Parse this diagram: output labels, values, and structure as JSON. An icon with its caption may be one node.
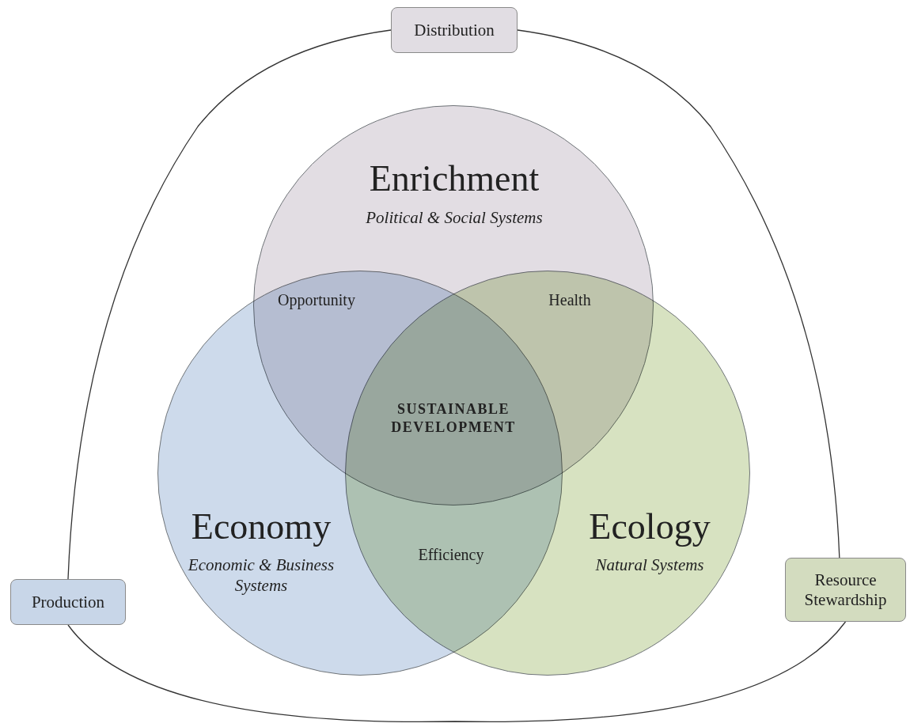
{
  "diagram": {
    "nodes": [
      {
        "text": [
          "Distribution"
        ]
      },
      {
        "text": [
          "Enrichment",
          "Political & Social Systems"
        ]
      },
      {
        "text": [
          "Economy",
          "Economic & Business Systems"
        ]
      },
      {
        "text": [
          "Ecology",
          "Natural Systems"
        ]
      },
      {
        "text": [
          "Production"
        ]
      },
      {
        "text": [
          "Resource Stewardship"
        ]
      }
    ],
    "edges": [
      {
        "from": 0,
        "to": 4,
        "arrow": "none"
      },
      {
        "from": 4,
        "to": 5,
        "arrow": "none"
      },
      {
        "from": 5,
        "to": 0,
        "arrow": "none"
      }
    ],
    "labels": [
      "Opportunity",
      "Health",
      "SUSTAINABLE DEVELOPMENT",
      "Efficiency"
    ]
  }
}
